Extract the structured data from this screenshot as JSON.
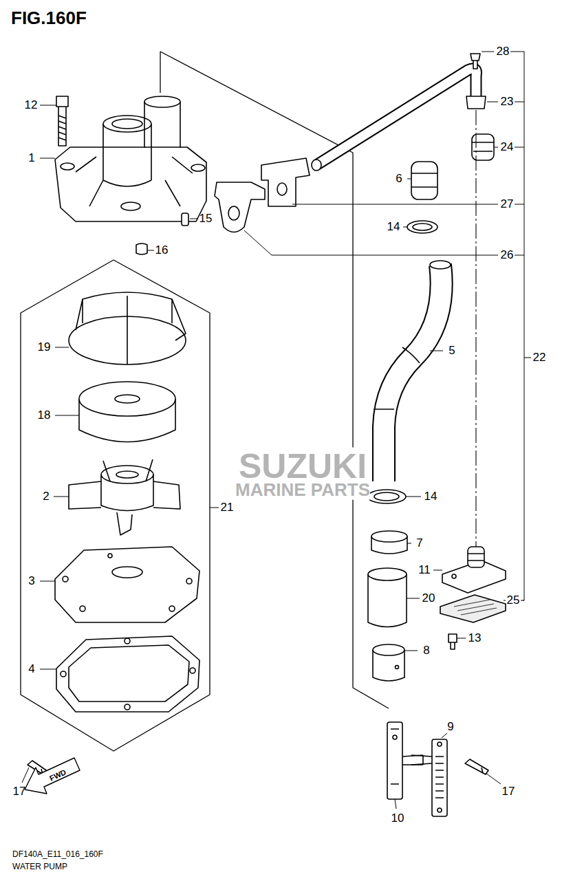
{
  "diagram": {
    "title": "FIG.160F",
    "caption": "WATER PUMP",
    "labels": [
      "12",
      "1",
      "15",
      "16",
      "19",
      "18",
      "2",
      "21",
      "3",
      "4",
      "28",
      "23",
      "24",
      "6",
      "27",
      "14",
      "26",
      "5",
      "22",
      "14",
      "7",
      "11",
      "25",
      "20",
      "13",
      "8",
      "9",
      "17",
      "10",
      "17",
      "FWD",
      "SUZUKI",
      "MARINE PARTS",
      "DF140A_E11_016_160F"
    ]
  }
}
